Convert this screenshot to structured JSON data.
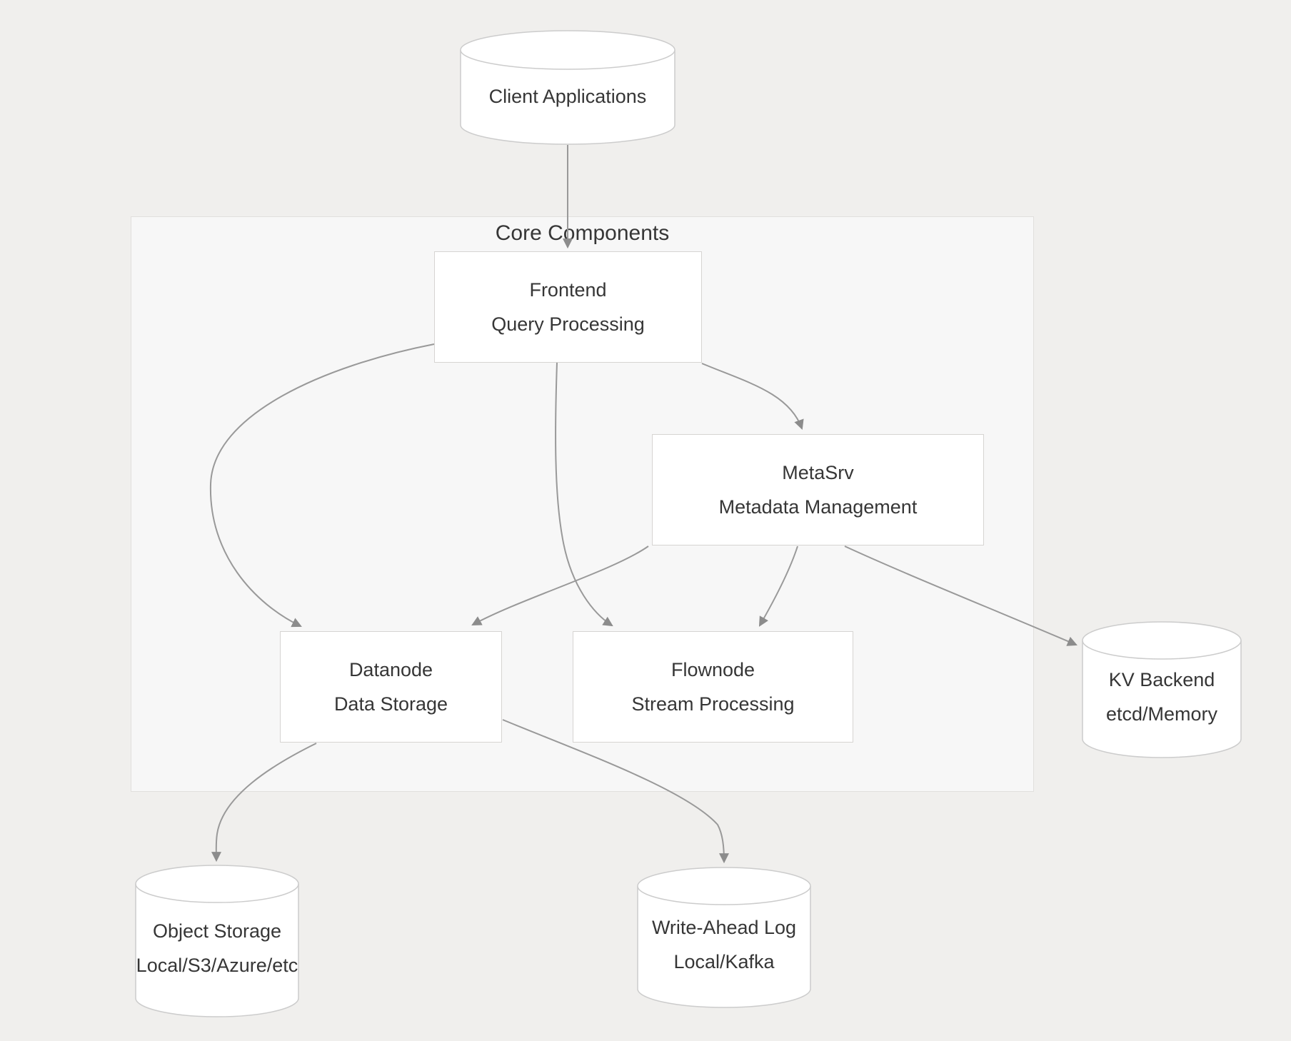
{
  "diagram": {
    "type": "architecture-flowchart",
    "subgraph": {
      "label": "Core Components"
    },
    "nodes": {
      "client": {
        "title": "Client Applications",
        "subtitle": "",
        "shape": "cylinder"
      },
      "frontend": {
        "title": "Frontend",
        "subtitle": "Query Processing",
        "shape": "rect"
      },
      "metasrv": {
        "title": "MetaSrv",
        "subtitle": "Metadata Management",
        "shape": "rect"
      },
      "datanode": {
        "title": "Datanode",
        "subtitle": "Data Storage",
        "shape": "rect"
      },
      "flownode": {
        "title": "Flownode",
        "subtitle": "Stream Processing",
        "shape": "rect"
      },
      "kvbackend": {
        "title": "KV Backend",
        "subtitle": "etcd/Memory",
        "shape": "cylinder"
      },
      "objectstorage": {
        "title": "Object Storage",
        "subtitle": "Local/S3/Azure/etc",
        "shape": "cylinder"
      },
      "wal": {
        "title": "Write-Ahead Log",
        "subtitle": "Local/Kafka",
        "shape": "cylinder"
      }
    },
    "edges": [
      {
        "from": "client",
        "to": "frontend"
      },
      {
        "from": "frontend",
        "to": "datanode"
      },
      {
        "from": "frontend",
        "to": "flownode"
      },
      {
        "from": "frontend",
        "to": "metasrv"
      },
      {
        "from": "metasrv",
        "to": "datanode"
      },
      {
        "from": "metasrv",
        "to": "flownode"
      },
      {
        "from": "metasrv",
        "to": "kvbackend"
      },
      {
        "from": "datanode",
        "to": "objectstorage"
      },
      {
        "from": "datanode",
        "to": "wal"
      }
    ],
    "colors": {
      "canvas": "#f0efed",
      "subgraph_fill": "#f7f7f7",
      "subgraph_border": "#e1dfdd",
      "node_fill": "#ffffff",
      "node_border": "#d6d4d2",
      "cylinder_stroke": "#cccccc",
      "edge_line": "#999999",
      "arrowhead": "#8c8c8c",
      "text": "#363636"
    }
  }
}
